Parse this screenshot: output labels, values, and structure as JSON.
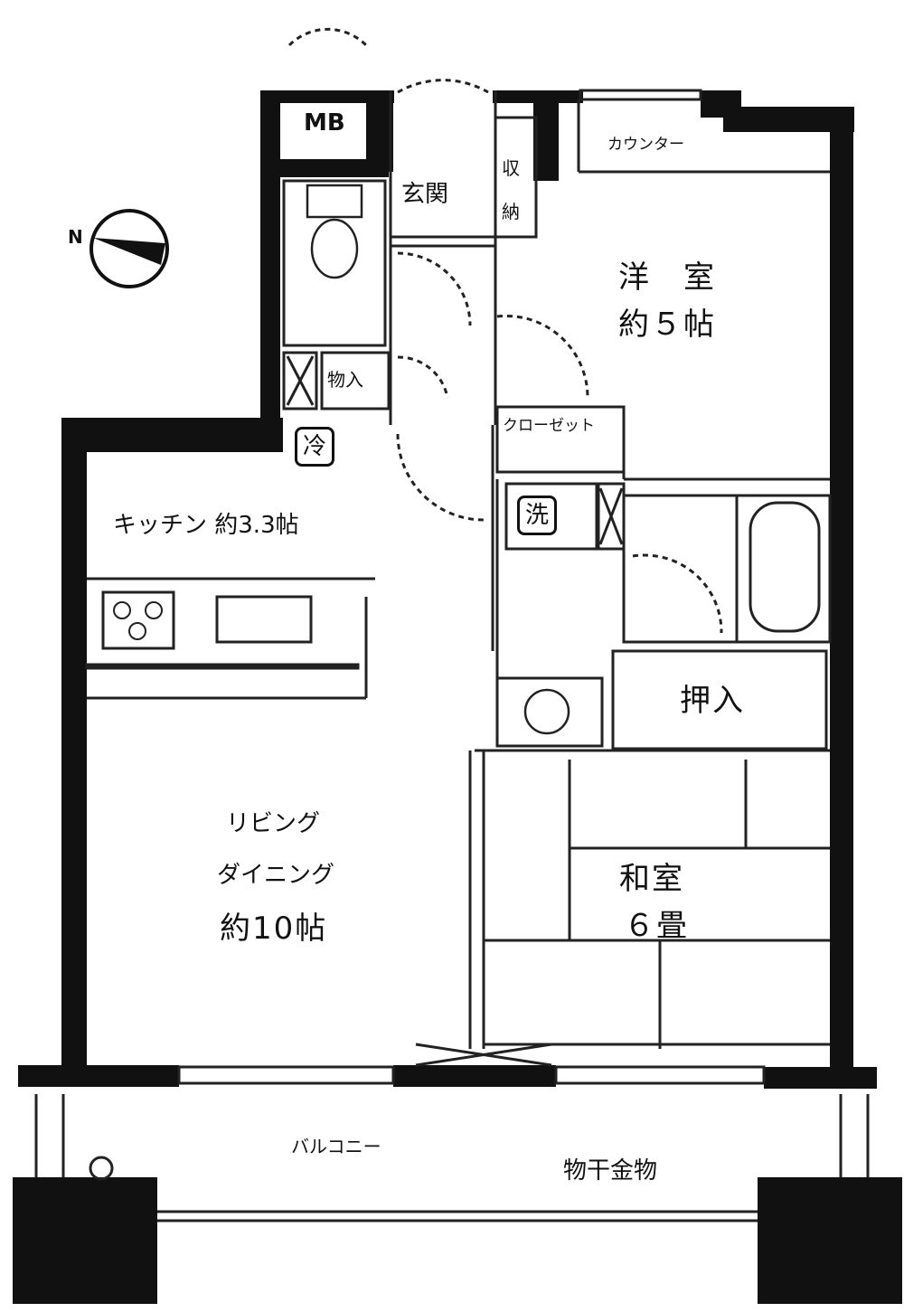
{
  "labels": {
    "mb": "MB",
    "north": "N",
    "entrance": "玄関",
    "storage_1": "収",
    "storage_2": "納",
    "counter": "カウンター",
    "western_room_1": "洋　室",
    "western_room_2": "約５帖",
    "closet": "クローゼット",
    "storeroom": "物入",
    "fridge": "冷",
    "washer": "洗",
    "kitchen": "キッチン  約3.3帖",
    "oshiire": "押入",
    "living_1": "リビング",
    "living_2": "ダイニング",
    "living_3": "約10帖",
    "japanese_room_1": "和室",
    "japanese_room_2": "６畳",
    "balcony": "バルコニー",
    "drying_hardware": "物干金物"
  },
  "colors": {
    "wall": "#111111",
    "line": "#222222"
  }
}
